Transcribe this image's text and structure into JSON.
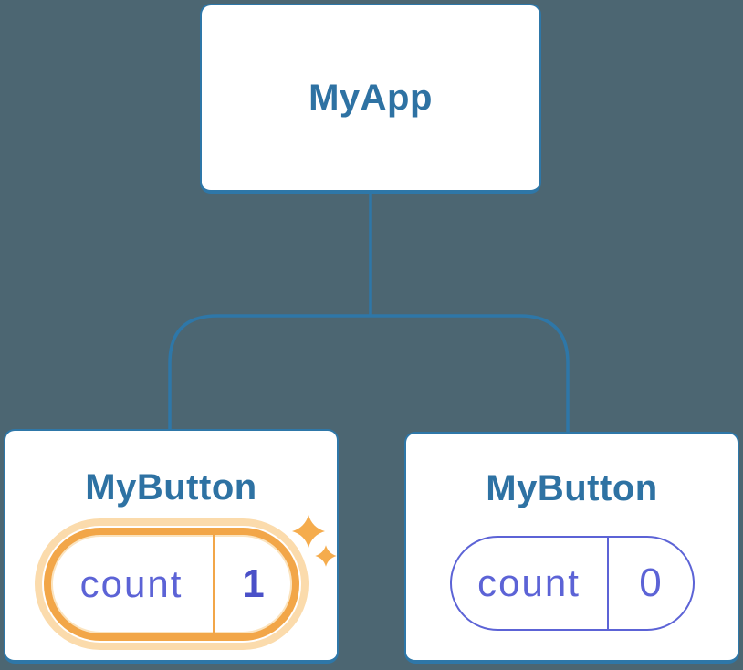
{
  "colors": {
    "bg": "#4C6672",
    "box_fill": "#FFFFFF",
    "line": "#2E77A8",
    "title": "#2E72A3",
    "purple": "#5C63D6",
    "purple_bold": "#4A50C8",
    "orange": "#F2A648",
    "orange_glow": "#FBDBAC",
    "sparkle": "#F5AC4D"
  },
  "tree": {
    "root": {
      "label": "MyApp"
    },
    "children": [
      {
        "label": "MyButton",
        "state": {
          "name": "count",
          "value": "1"
        },
        "highlighted": true,
        "icons": [
          "sparkle-icon-large",
          "sparkle-icon-small"
        ]
      },
      {
        "label": "MyButton",
        "state": {
          "name": "count",
          "value": "0"
        },
        "highlighted": false
      }
    ]
  }
}
